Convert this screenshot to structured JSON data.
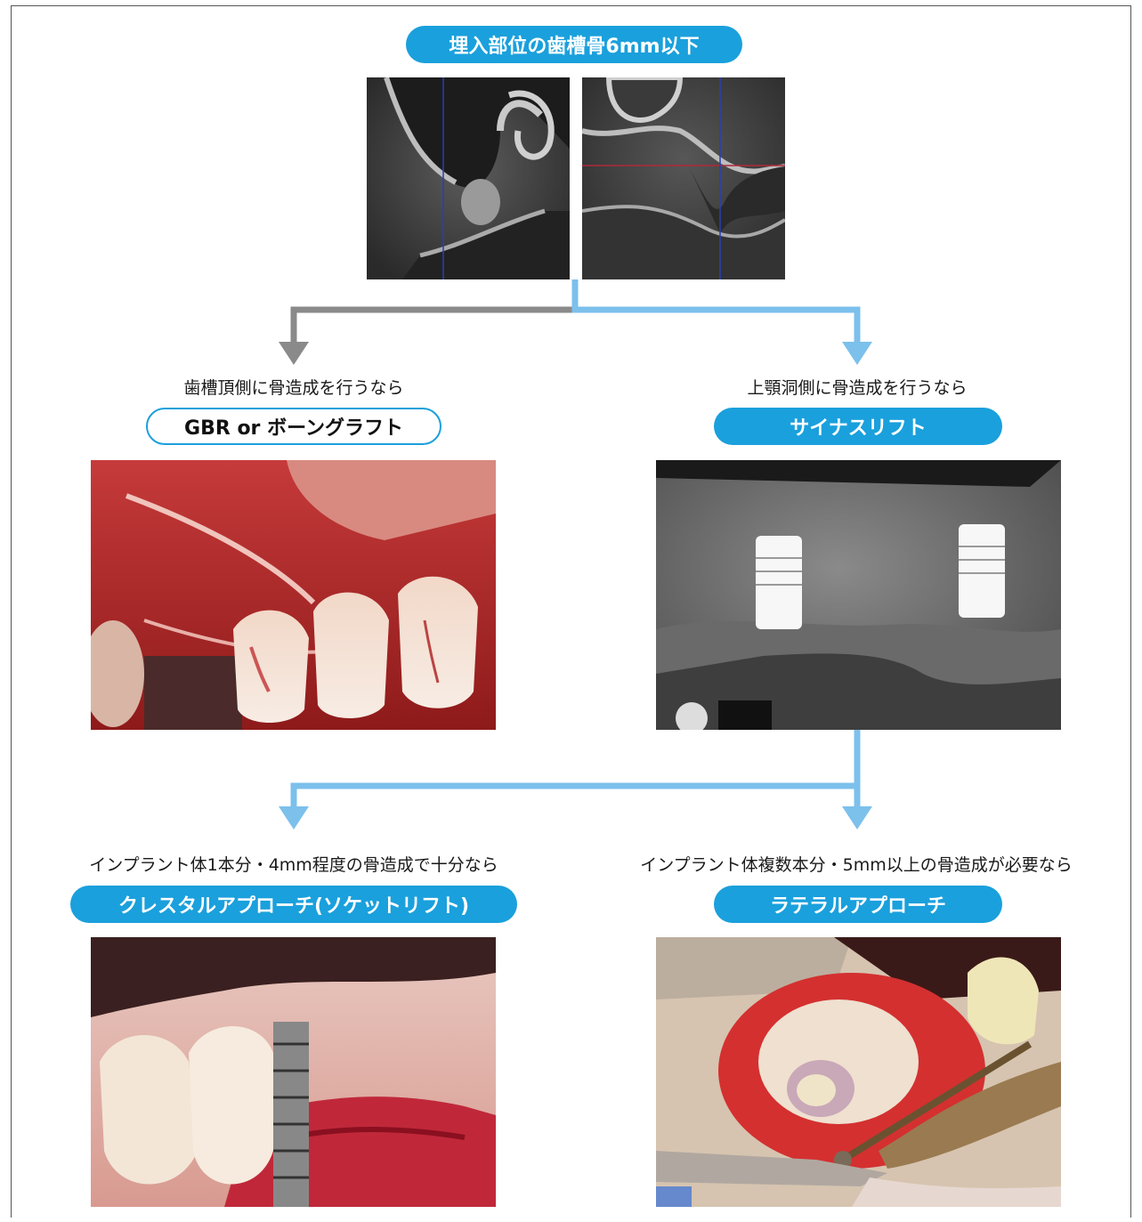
{
  "top": {
    "title": "埋入部位の歯槽骨6mm以下"
  },
  "branch_left": {
    "condition": "歯槽頂側に骨造成を行うなら",
    "procedure": "GBR or ボーングラフト"
  },
  "branch_right": {
    "condition": "上顎洞側に骨造成を行うなら",
    "procedure": "サイナスリフト"
  },
  "sub_left": {
    "condition": "インプラント体1本分・4mm程度の骨造成で十分なら",
    "procedure": "クレスタルアプローチ(ソケットリフト)"
  },
  "sub_right": {
    "condition": "インプラント体複数本分・5mm以上の骨造成が必要なら",
    "procedure": "ラテラルアプローチ"
  },
  "colors": {
    "accent": "#1aa0dc",
    "arrow_blue": "#7cc0ec",
    "arrow_gray": "#8a8a8a"
  }
}
